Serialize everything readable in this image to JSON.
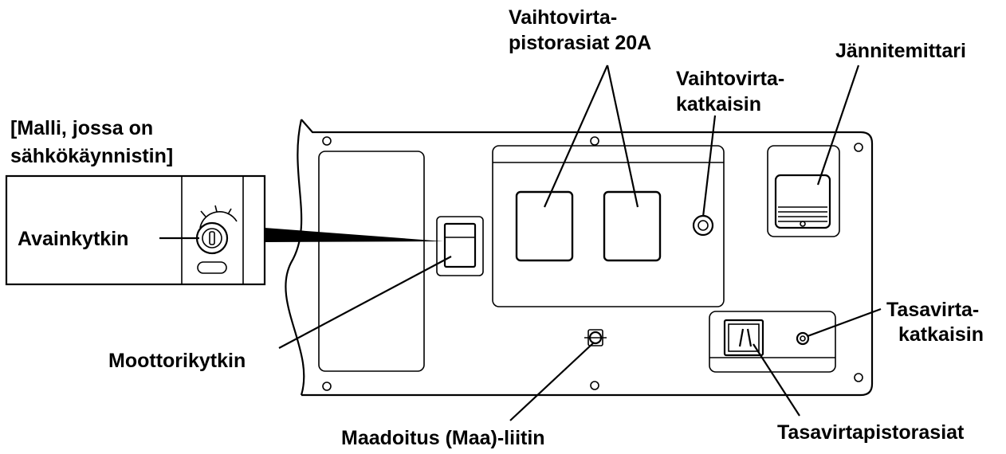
{
  "labels": {
    "inset_title_line1": "[Malli, jossa on",
    "inset_title_line2": "sähkökäynnistin]",
    "key_switch": "Avainkytkin",
    "ac_outlets_line1": "Vaihtovirta-",
    "ac_outlets_line2": "pistorasiat 20A",
    "ac_breaker_line1": "Vaihtovirta-",
    "ac_breaker_line2": "katkaisin",
    "voltmeter": "Jännitemittari",
    "dc_breaker_line1": "Tasavirta-",
    "dc_breaker_line2": "katkaisin",
    "engine_switch": "Moottorikytkin",
    "ground_terminal": "Maadoitus (Maa)-liitin",
    "dc_outlets": "Tasavirtapistorasiat"
  },
  "colors": {
    "line": "#000000",
    "background": "#ffffff"
  }
}
